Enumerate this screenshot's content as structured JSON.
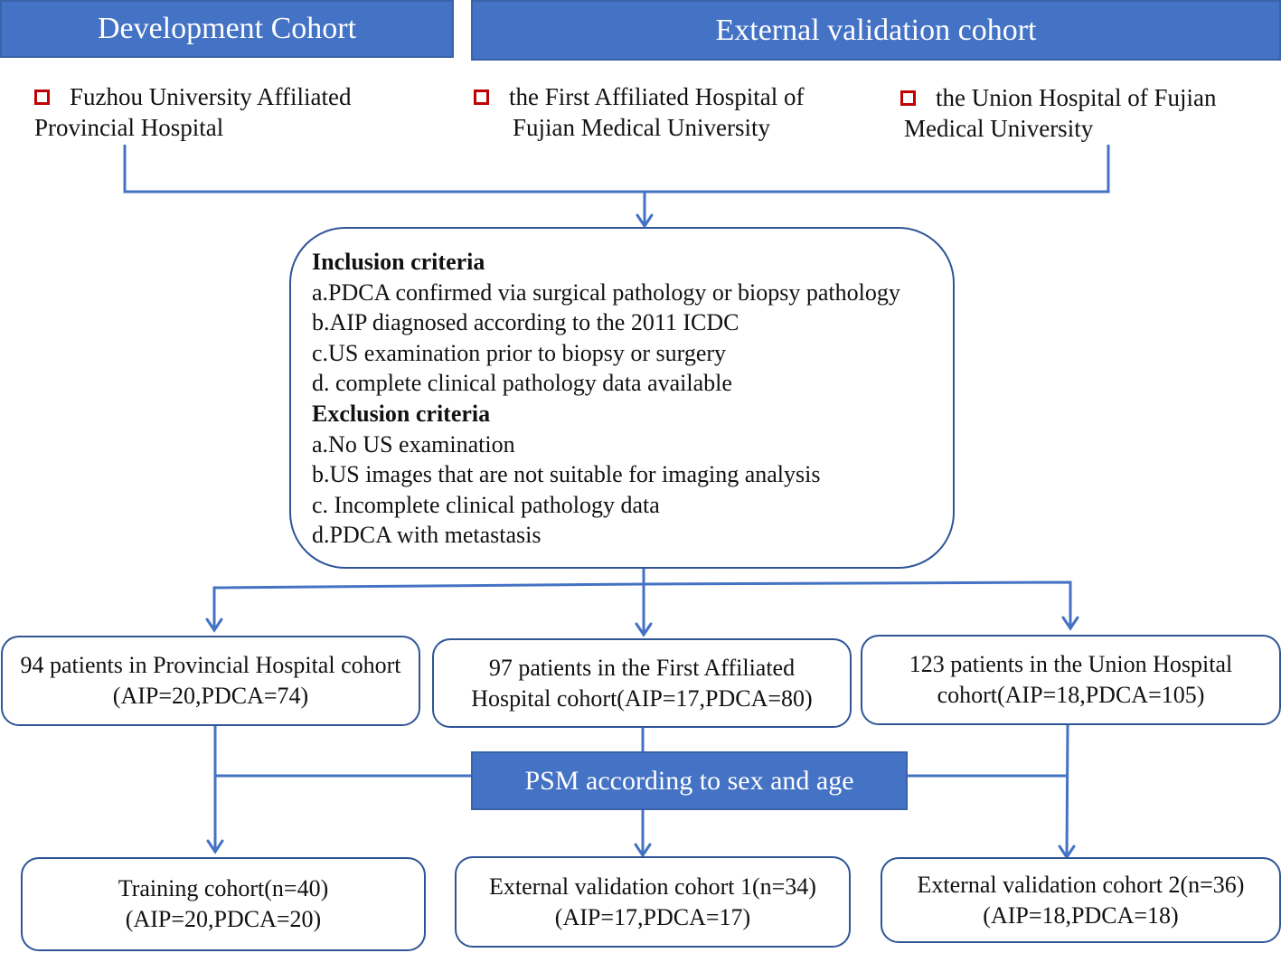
{
  "headers": {
    "development": "Development Cohort",
    "external": "External validation cohort"
  },
  "hospitals": [
    {
      "line1": "Fuzhou University Affiliated",
      "line2": "Provincial Hospital"
    },
    {
      "line1": "the First Affiliated Hospital of",
      "line2": "Fujian Medical University"
    },
    {
      "line1": "the Union Hospital of Fujian",
      "line2": "Medical University"
    }
  ],
  "criteria": {
    "inclusion_title": "Inclusion criteria",
    "inclusion": [
      "a.PDCA confirmed via surgical pathology or biopsy pathology",
      "b.AIP diagnosed according to the 2011 ICDC",
      "c.US examination prior to biopsy or surgery",
      "d. complete clinical pathology data available"
    ],
    "exclusion_title": "Exclusion criteria",
    "exclusion": [
      "a.No US examination",
      "b.US images that are not suitable for imaging analysis",
      "c. Incomplete clinical pathology data",
      "d.PDCA with metastasis"
    ]
  },
  "cohorts": [
    {
      "line1": "94 patients in Provincial Hospital cohort",
      "line2": "(AIP=20,PDCA=74)"
    },
    {
      "line1": "97 patients in the First Affiliated",
      "line2": "Hospital cohort(AIP=17,PDCA=80)"
    },
    {
      "line1": "123 patients in the Union Hospital",
      "line2": "cohort(AIP=18,PDCA=105)"
    }
  ],
  "psm": "PSM according to sex and age",
  "final": [
    {
      "line1": "Training cohort(n=40)",
      "line2": "(AIP=20,PDCA=20)"
    },
    {
      "line1": "External validation cohort 1(n=34)",
      "line2": "(AIP=17,PDCA=17)"
    },
    {
      "line1": "External validation cohort 2(n=36)",
      "line2": "(AIP=18,PDCA=18)"
    }
  ],
  "colors": {
    "header_fill": "#4472c4",
    "line": "#4472c4",
    "box_border": "#2f5597",
    "checkbox": "#c00000"
  },
  "icons": {
    "hospital_marker": "checkbox-icon",
    "flow_arrow": "arrow-down-icon"
  }
}
